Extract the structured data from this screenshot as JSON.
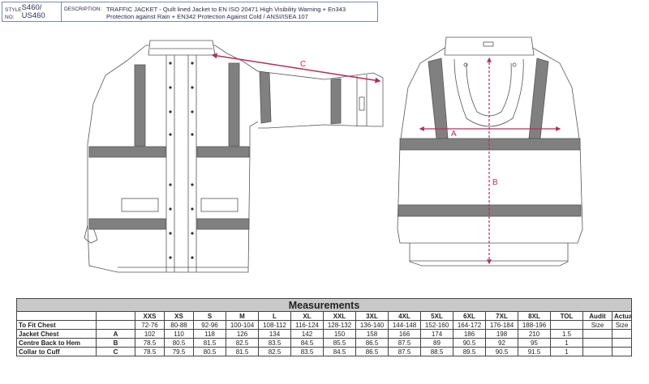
{
  "header": {
    "style_label": "STYLE NO:",
    "style_value": "S460/ US460",
    "description_label": "DESCRIPTION:",
    "description_text": "TRAFFIC JACKET - Quilt lined Jacket to EN ISO 20471 High Visibility Warning + En343 Protection against Rain + EN342 Protection Against Cold / ANSI/ISEA 107"
  },
  "diagram": {
    "label_a": "A",
    "label_b": "B",
    "label_c": "C",
    "measure_color": "#b0305a",
    "stripe_color": "#808080"
  },
  "table": {
    "title": "Measurements",
    "sizes": [
      "XXS",
      "XS",
      "S",
      "M",
      "L",
      "XL",
      "XXL",
      "3XL",
      "4XL",
      "5XL",
      "6XL",
      "7XL",
      "8XL"
    ],
    "tol_header": "TOL",
    "audit_header": "Audit",
    "actual_header": "Actual",
    "fit_row": {
      "label": "To Fit Chest",
      "values": [
        "72-76",
        "80-88",
        "92-96",
        "100-104",
        "108-112",
        "116-124",
        "128-132",
        "136-140",
        "144-148",
        "152-160",
        "164-172",
        "176-184",
        "188-196"
      ],
      "audit": "Size",
      "actual": "Size"
    },
    "rows": [
      {
        "label": "Jacket Chest",
        "code": "A",
        "values": [
          "102",
          "110",
          "118",
          "126",
          "134",
          "142",
          "150",
          "158",
          "166",
          "174",
          "186",
          "198",
          "210"
        ],
        "tol": "1.5"
      },
      {
        "label": "Centre Back to Hem",
        "code": "B",
        "values": [
          "78.5",
          "80.5",
          "81.5",
          "82.5",
          "83.5",
          "84.5",
          "85.5",
          "86.5",
          "87.5",
          "89",
          "90.5",
          "92",
          "95"
        ],
        "tol": "1"
      },
      {
        "label": "Collar to Cuff",
        "code": "C",
        "values": [
          "78.5",
          "79.5",
          "80.5",
          "81.5",
          "82.5",
          "83.5",
          "84.5",
          "86.5",
          "87.5",
          "88.5",
          "89.5",
          "90.5",
          "91.5"
        ],
        "tol": "1"
      }
    ]
  }
}
